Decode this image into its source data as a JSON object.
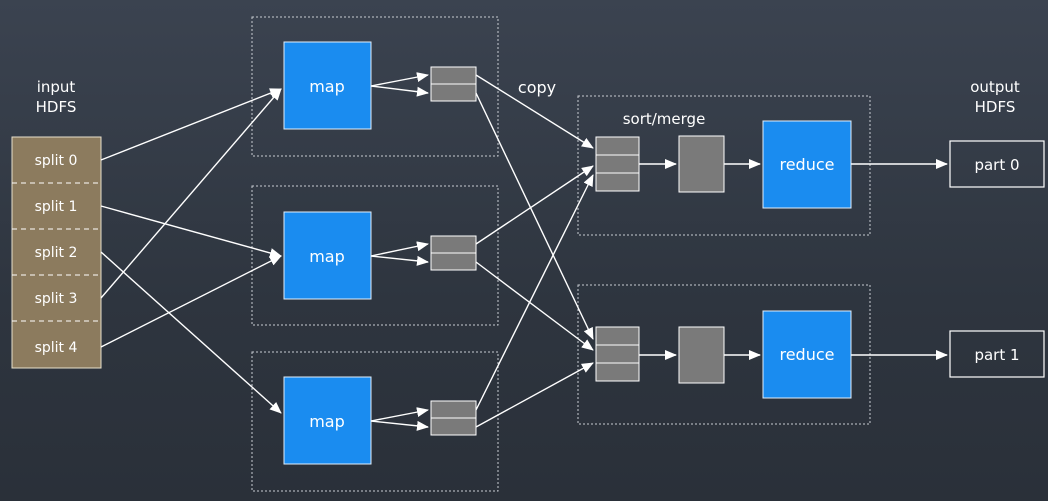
{
  "labels": {
    "input_line1": "input",
    "input_line2": "HDFS",
    "output_line1": "output",
    "output_line2": "HDFS",
    "copy": "copy",
    "sort_merge": "sort/merge"
  },
  "splits": [
    "split 0",
    "split 1",
    "split 2",
    "split 3",
    "split 4"
  ],
  "maps": [
    "map",
    "map",
    "map"
  ],
  "reduces": [
    "reduce",
    "reduce"
  ],
  "parts": [
    "part 0",
    "part 1"
  ],
  "colors": {
    "split_fill": "#8c7b5e",
    "map_fill": "#1a8cf0",
    "buffer_fill": "#7a7a7a",
    "line": "#ffffff",
    "background": "#333a45"
  }
}
